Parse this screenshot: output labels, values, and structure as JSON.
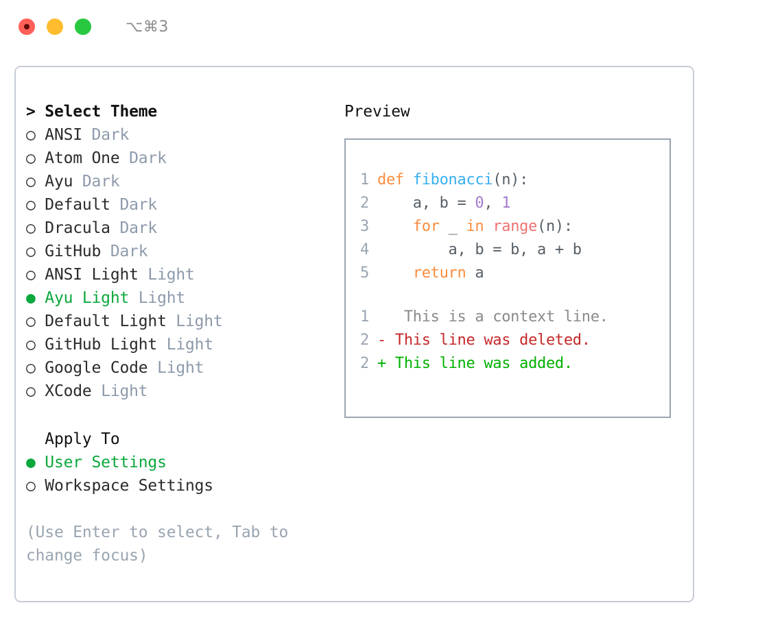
{
  "titlebar": {
    "shortcut": "⌥⌘3",
    "lights": [
      "close-red",
      "minimize-yellow",
      "maximize-green"
    ]
  },
  "theme_list": {
    "header": "> Select Theme",
    "items": [
      {
        "marker": "○",
        "name": "ANSI",
        "badge": "Dark",
        "selected": false
      },
      {
        "marker": "○",
        "name": "Atom One",
        "badge": "Dark",
        "selected": false
      },
      {
        "marker": "○",
        "name": "Ayu",
        "badge": "Dark",
        "selected": false
      },
      {
        "marker": "○",
        "name": "Default",
        "badge": "Dark",
        "selected": false
      },
      {
        "marker": "○",
        "name": "Dracula",
        "badge": "Dark",
        "selected": false
      },
      {
        "marker": "○",
        "name": "GitHub",
        "badge": "Dark",
        "selected": false
      },
      {
        "marker": "○",
        "name": "ANSI Light",
        "badge": "Light",
        "selected": false
      },
      {
        "marker": "●",
        "name": "Ayu Light",
        "badge": "Light",
        "selected": true
      },
      {
        "marker": "○",
        "name": "Default Light",
        "badge": "Light",
        "selected": false
      },
      {
        "marker": "○",
        "name": "GitHub Light",
        "badge": "Light",
        "selected": false
      },
      {
        "marker": "○",
        "name": "Google Code",
        "badge": "Light",
        "selected": false
      },
      {
        "marker": "○",
        "name": "XCode",
        "badge": "Light",
        "selected": false
      }
    ]
  },
  "apply_to": {
    "header": "Apply To",
    "items": [
      {
        "marker": "●",
        "name": "User Settings",
        "selected": true
      },
      {
        "marker": "○",
        "name": "Workspace Settings",
        "selected": false
      }
    ]
  },
  "hint": "(Use Enter to select, Tab to change focus)",
  "preview": {
    "title": "Preview",
    "code_lines": [
      {
        "num": "1",
        "tokens": [
          {
            "t": "def ",
            "c": "kw"
          },
          {
            "t": "fibonacci",
            "c": "fn"
          },
          {
            "t": "(n):",
            "c": "pl"
          }
        ]
      },
      {
        "num": "2",
        "tokens": [
          {
            "t": "    a, b = ",
            "c": "pl"
          },
          {
            "t": "0",
            "c": "num"
          },
          {
            "t": ", ",
            "c": "pl"
          },
          {
            "t": "1",
            "c": "num"
          }
        ]
      },
      {
        "num": "3",
        "tokens": [
          {
            "t": "    ",
            "c": "pl"
          },
          {
            "t": "for",
            "c": "kw"
          },
          {
            "t": " _ ",
            "c": "pl"
          },
          {
            "t": "in",
            "c": "kw"
          },
          {
            "t": " ",
            "c": "pl"
          },
          {
            "t": "range",
            "c": "bi"
          },
          {
            "t": "(n):",
            "c": "pl"
          }
        ]
      },
      {
        "num": "4",
        "tokens": [
          {
            "t": "        a, b = b, a + b",
            "c": "pl"
          }
        ]
      },
      {
        "num": "5",
        "tokens": [
          {
            "t": "    ",
            "c": "pl"
          },
          {
            "t": "return",
            "c": "kw"
          },
          {
            "t": " a",
            "c": "pl"
          }
        ]
      }
    ],
    "diff_lines": [
      {
        "num": "1",
        "sign": " ",
        "text": "  This is a context line.",
        "kind": "ctx"
      },
      {
        "num": "2",
        "sign": "-",
        "text": " This line was deleted.",
        "kind": "del"
      },
      {
        "num": "2",
        "sign": "+",
        "text": " This line was added.",
        "kind": "add"
      }
    ]
  },
  "colors": {
    "accent_green": "#0BA83C",
    "badge_gray": "#8d9aab",
    "border_gray": "#c8ccd8",
    "preview_border": "#9aa5b1",
    "keyword": "#FA8D3E",
    "function": "#39AFEF",
    "number": "#A37ACC",
    "builtin": "#F07171",
    "plain": "#575F66",
    "diff_deleted": "#C62828",
    "diff_added": "#00B000"
  }
}
